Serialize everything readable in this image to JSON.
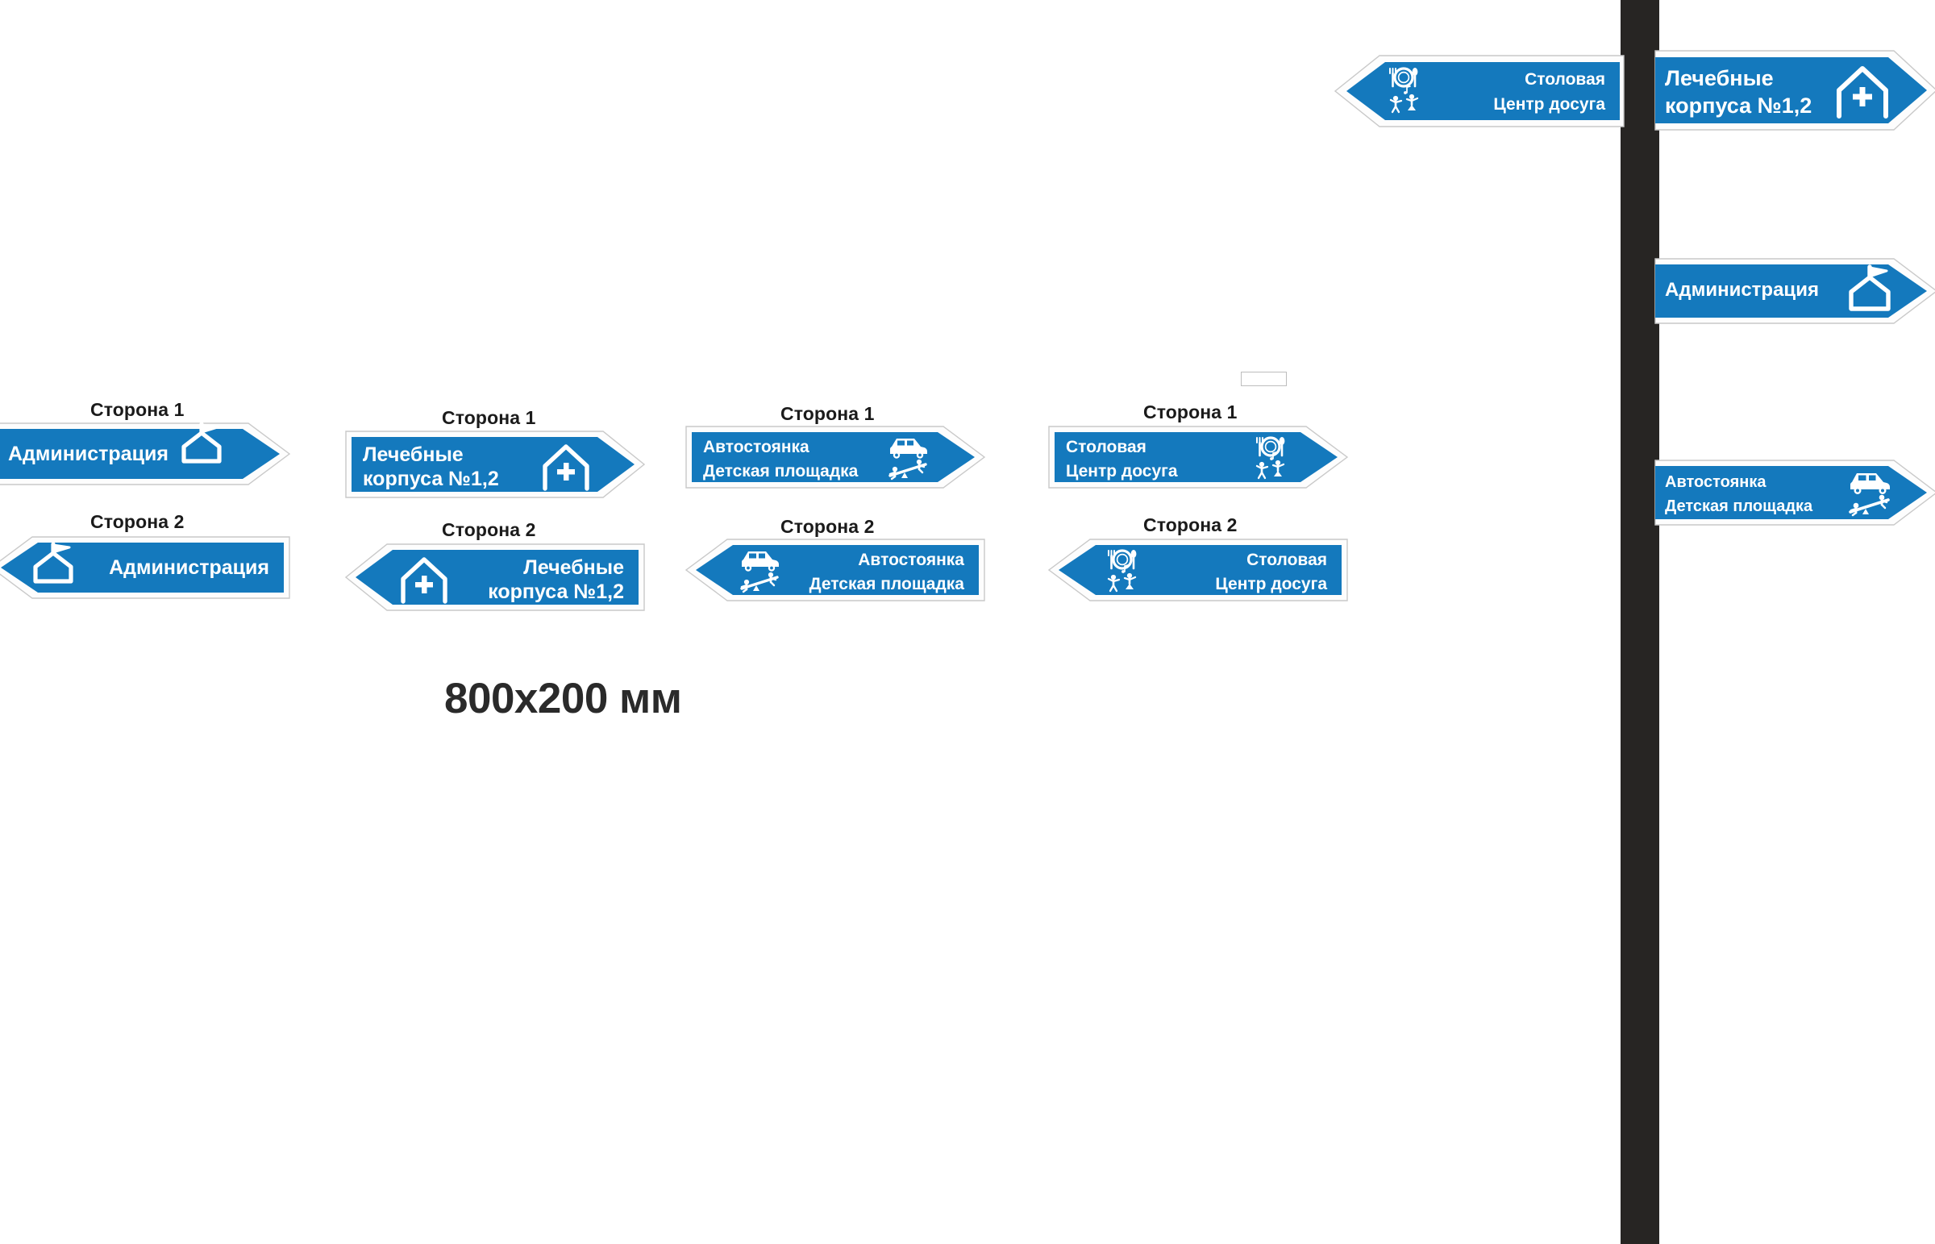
{
  "meta": {
    "dimension_label": "800x200 мм",
    "side1_label": "Сторона 1",
    "side2_label": "Сторона 2"
  },
  "colors": {
    "sign_blue": "#1479bd",
    "sign_border_white": "#ffffff",
    "sign_outline_grey": "#c9c9c9",
    "text_white": "#ffffff",
    "caption_black": "#1b1b1b",
    "pole_dark": "#272523",
    "page_background": "#ffffff"
  },
  "sign_groups": [
    {
      "id": "administration",
      "side1_caption": "Сторона 1",
      "side2_caption": "Сторона 2",
      "lines": [
        "Администрация"
      ],
      "icons": [
        "house-flag-icon"
      ],
      "direction_side1": "right",
      "direction_side2": "left"
    },
    {
      "id": "medical-buildings",
      "side1_caption": "Сторона 1",
      "side2_caption": "Сторона 2",
      "lines": [
        "Лечебные",
        "корпуса №1,2"
      ],
      "icons": [
        "house-cross-icon"
      ],
      "direction_side1": "right",
      "direction_side2": "left"
    },
    {
      "id": "parking-playground",
      "side1_caption": "Сторона 1",
      "side2_caption": "Сторона 2",
      "lines": [
        "Автостоянка",
        "Детская площадка"
      ],
      "icons": [
        "car-icon",
        "seesaw-icon"
      ],
      "direction_side1": "right",
      "direction_side2": "left"
    },
    {
      "id": "canteen-leisure",
      "side1_caption": "Сторона 1",
      "side2_caption": "Сторона 2",
      "lines": [
        "Столовая",
        "Центр досуга"
      ],
      "icons": [
        "cutlery-plate-icon",
        "dancing-people-icon"
      ],
      "direction_side1": "right",
      "direction_side2": "left"
    }
  ],
  "mockup": {
    "signs": [
      {
        "id": "mock-canteen-leisure",
        "lines": [
          "Столовая",
          "Центр досуга"
        ],
        "icons": [
          "cutlery-plate-icon",
          "dancing-people-icon"
        ],
        "direction": "left"
      },
      {
        "id": "mock-medical-buildings",
        "lines": [
          "Лечебные",
          "корпуса №1,2"
        ],
        "icons": [
          "house-cross-icon"
        ],
        "direction": "right"
      },
      {
        "id": "mock-administration",
        "lines": [
          "Администрация"
        ],
        "icons": [
          "house-flag-icon"
        ],
        "direction": "right"
      },
      {
        "id": "mock-parking-playground",
        "lines": [
          "Автостоянка",
          "Детская площадка"
        ],
        "icons": [
          "car-icon",
          "seesaw-icon"
        ],
        "direction": "right"
      }
    ]
  }
}
